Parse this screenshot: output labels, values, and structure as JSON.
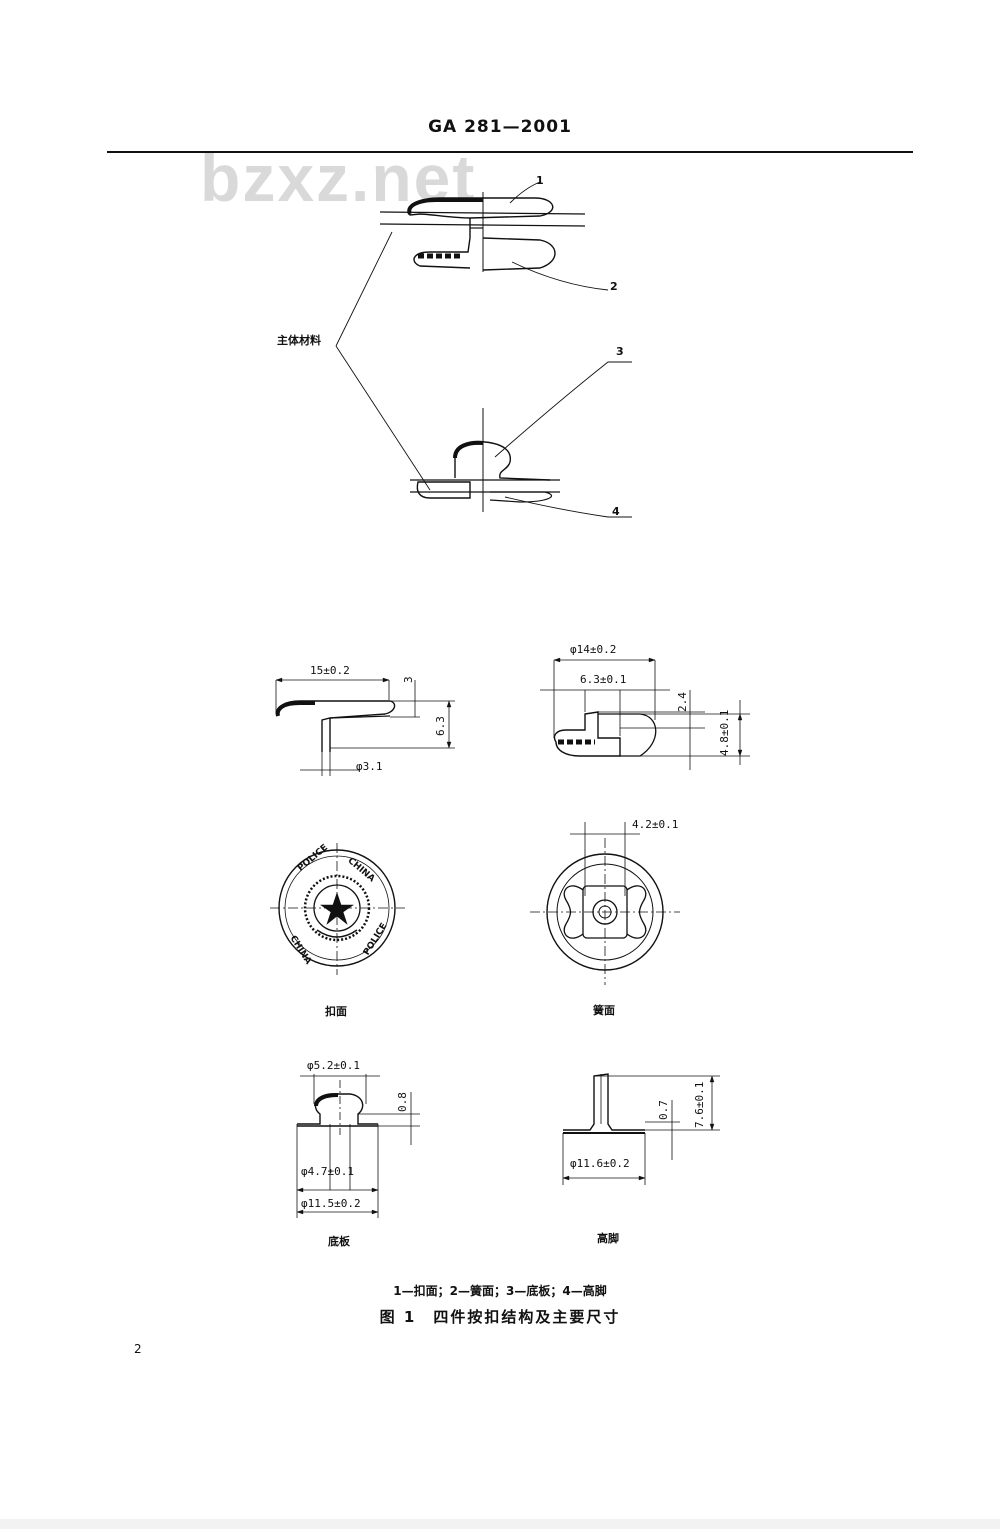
{
  "header": {
    "standard_number": "GA 281—2001"
  },
  "watermark": "bzxz.net",
  "assembly": {
    "material_label": "主体材料",
    "callouts": [
      "1",
      "2",
      "3",
      "4"
    ]
  },
  "dimensions": {
    "cap_width": "15±0.2",
    "cap_height_3": "3",
    "cap_height_6_3": "6.3",
    "cap_shaft": "φ3.1",
    "spring_outer": "φ14±0.2",
    "spring_inner": "6.3±0.1",
    "spring_h_2_4": "2.4",
    "spring_h_4_8": "4.8±0.1",
    "spring_top_4_2": "4.2±0.1",
    "base_top": "φ5.2±0.1",
    "base_h_0_8": "0.8",
    "base_mid": "φ4.7±0.1",
    "base_outer": "φ11.5±0.2",
    "post_h_0_7": "0.7",
    "post_h_7_6": "7.6±0.1",
    "post_outer": "φ11.6±0.2"
  },
  "emblem": {
    "top_text": "POLICE  CHINA",
    "bottom_text": "CHINA  POLICE"
  },
  "captions": {
    "cap_face": "扣面",
    "spring_face": "簧面",
    "base_plate": "底板",
    "high_post": "高脚"
  },
  "legend": "1—扣面；2—簧面；3—底板；4—高脚",
  "figure_title": "图 1　四件按扣结构及主要尺寸",
  "page_number": "2"
}
